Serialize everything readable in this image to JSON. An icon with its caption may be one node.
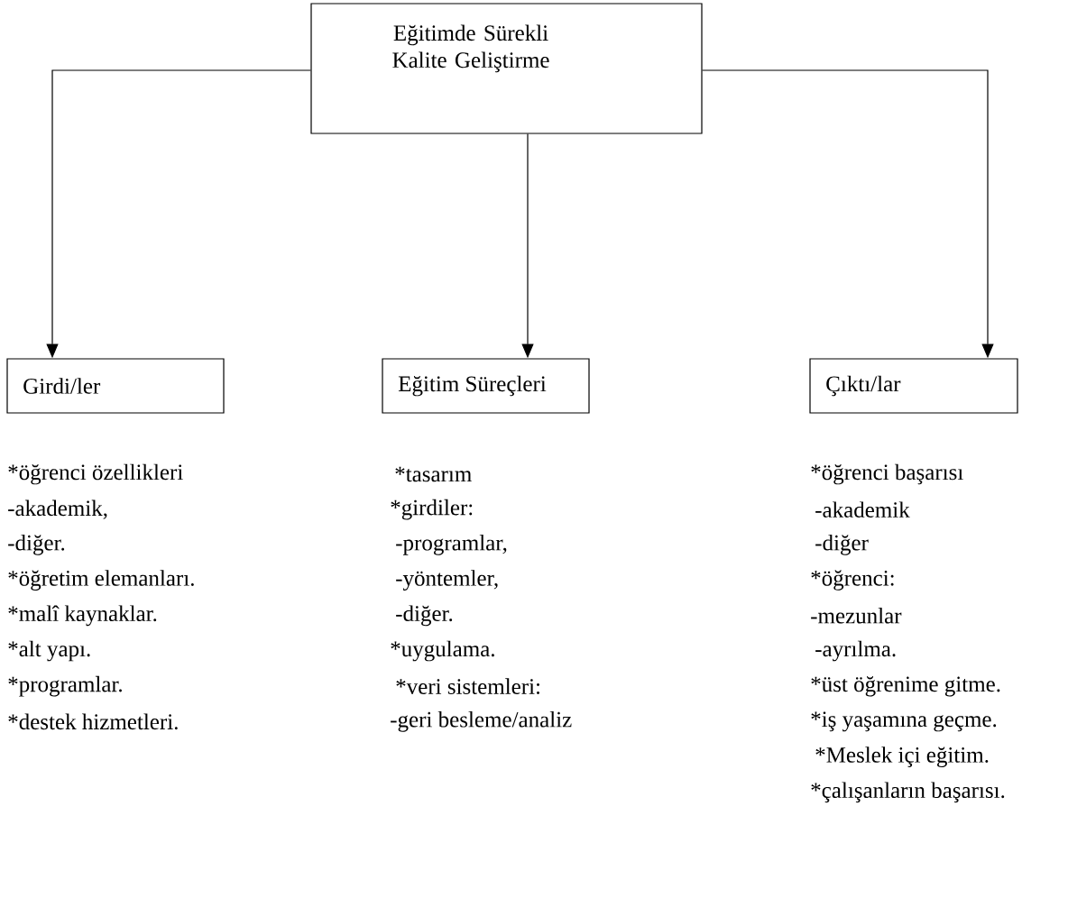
{
  "diagram": {
    "nodes": [
      {
        "text": [
          "Eğitimde Sürekli Kalite Geliştirme"
        ]
      },
      {
        "text": [
          "Girdi/ler"
        ],
        "beside": [
          "*öğrenci özellikleri",
          "-akademik,",
          "-diğer.",
          "*öğretim elemanları.",
          "*malî kaynaklar.",
          "*alt yapı.",
          "*programlar.",
          "*destek hizmetleri."
        ]
      },
      {
        "text": [
          "Eğitim Süreçleri"
        ],
        "beside": [
          "*tasarım",
          "*girdiler:",
          "-programlar,",
          "-yöntemler,",
          "-diğer.",
          "*uygulama.",
          "*veri sistemleri:",
          "-geri besleme/analiz"
        ]
      },
      {
        "text": [
          "Çıktı/lar"
        ],
        "beside": [
          "*öğrenci başarısı",
          "-akademik",
          "-diğer",
          "*öğrenci:",
          "-mezunlar",
          "-ayrılma.",
          "*üst öğrenime gitme.",
          "*iş yaşamına geçme.",
          "*Meslek içi eğitim.",
          "*çalışanların başarısı."
        ]
      }
    ],
    "edges": [
      {
        "from": 0,
        "to": 1,
        "arrow": "to"
      },
      {
        "from": 0,
        "to": 2,
        "arrow": "to"
      },
      {
        "from": 0,
        "to": 3,
        "arrow": "to"
      }
    ]
  }
}
